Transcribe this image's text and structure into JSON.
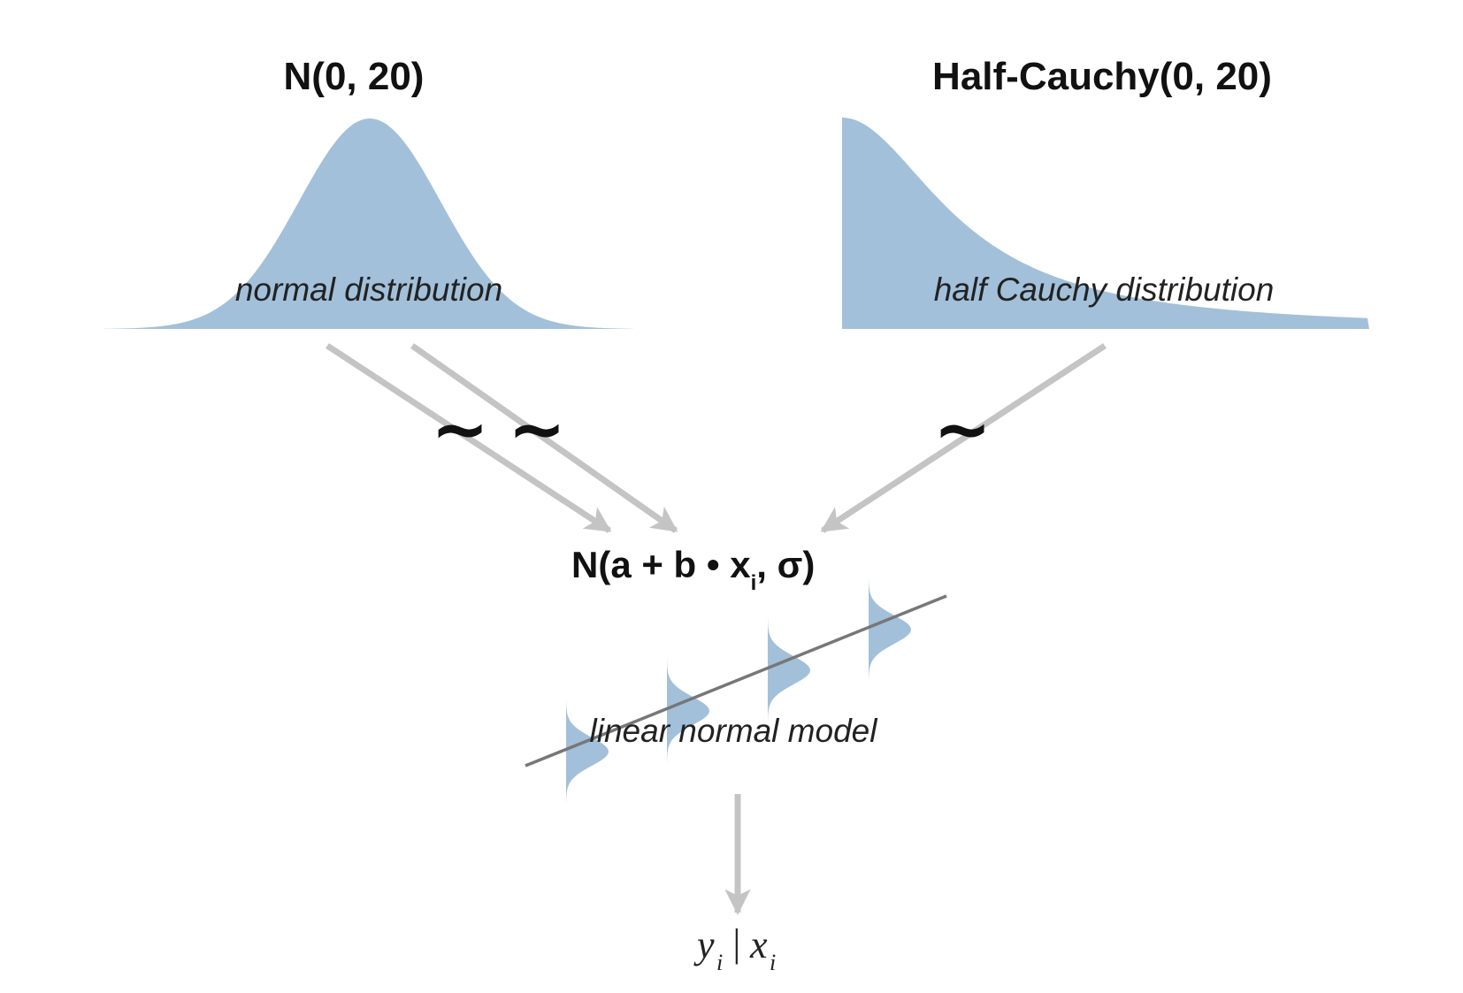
{
  "colors": {
    "density_fill": "#a2c0da",
    "arrow": "#c4c4c4",
    "regression_line": "#777777",
    "text": "#111111"
  },
  "priors": {
    "normal": {
      "title": "N(0, 20)",
      "label": "normal distribution"
    },
    "half_cauchy": {
      "title": "Half-Cauchy(0, 20)",
      "label": "half Cauchy distribution"
    }
  },
  "sampling_symbols": {
    "a": "~",
    "b": "~",
    "sigma": "~"
  },
  "likelihood": {
    "formula_main": "N(a + b • x",
    "formula_subscript": "i",
    "formula_end": ", σ)",
    "label": "linear normal model"
  },
  "outcome": {
    "y": "y",
    "y_sub": "i",
    "bar": "|",
    "x": "x",
    "x_sub": "i"
  }
}
